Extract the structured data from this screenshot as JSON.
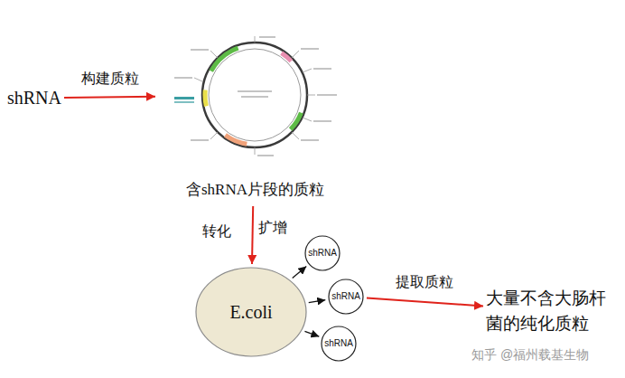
{
  "diagram": {
    "nodes": [
      {
        "text": [
          "shRNA"
        ]
      },
      {
        "text": [
          "含shRNA片段的质粒"
        ]
      },
      {
        "text": [
          "E.coli"
        ]
      },
      {
        "text": [
          "shRNA"
        ]
      },
      {
        "text": [
          "shRNA"
        ]
      },
      {
        "text": [
          "shRNA"
        ]
      },
      {
        "text": [
          "大量不含大肠杆菌的纯化质粒"
        ]
      }
    ],
    "edges": [
      {
        "from": 0,
        "to": 1,
        "arrow": "to",
        "label": "构建质粒"
      },
      {
        "from": 1,
        "to": 2,
        "arrow": "to",
        "label": "转化"
      },
      {
        "from": 2,
        "to": 3,
        "arrow": "to"
      },
      {
        "from": 2,
        "to": 4,
        "arrow": "to"
      },
      {
        "from": 2,
        "to": 5,
        "arrow": "to"
      },
      {
        "from": 4,
        "to": 6,
        "arrow": "to",
        "label": "提取质粒"
      }
    ],
    "labels": [
      "扩增",
      "知乎 @福州载基生物"
    ]
  }
}
